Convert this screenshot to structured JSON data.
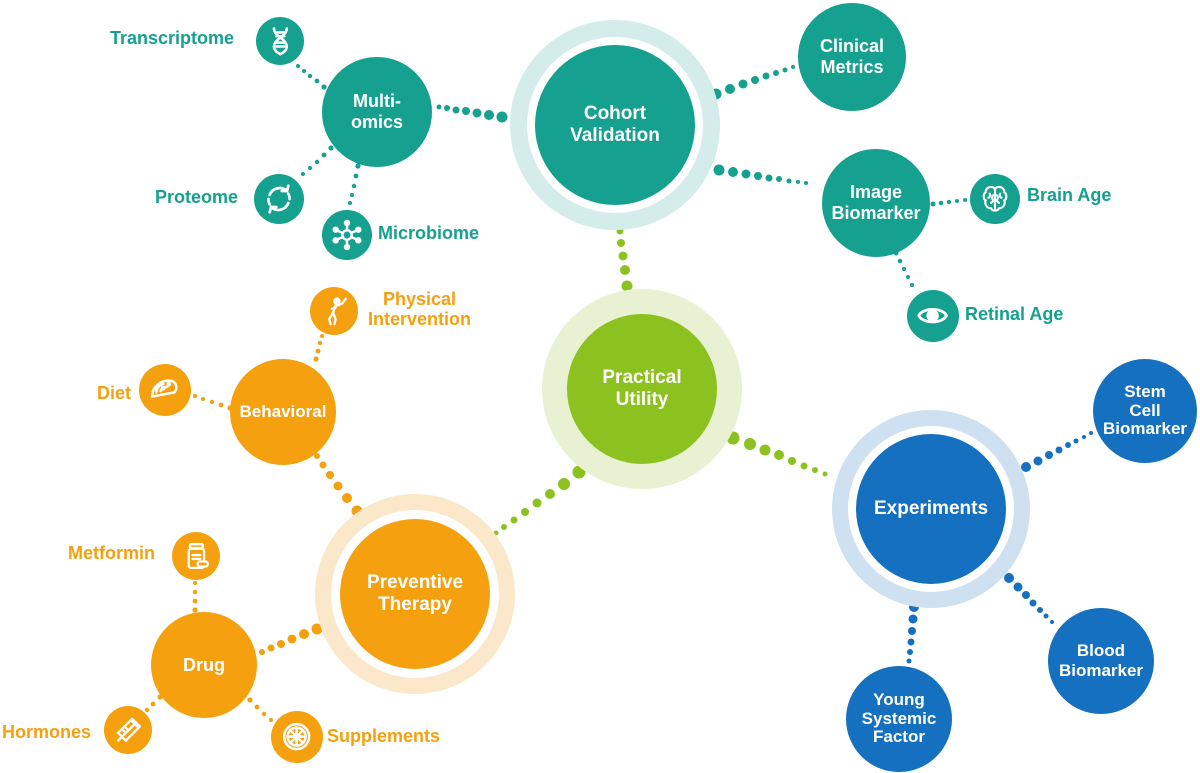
{
  "colors": {
    "teal": "#16A08F",
    "teal_halo": "#D4ECEA",
    "green": "#8CC21F",
    "green_halo": "#E8F2D3",
    "orange": "#F5A00F",
    "orange_halo": "#FBE8CB",
    "blue": "#1670C0",
    "blue_halo": "#CFE1F1",
    "white": "#FFFFFF"
  },
  "hubs": {
    "practical": "Practical\nUtility",
    "cohort": "Cohort\nValidation",
    "preventive": "Preventive\nTherapy",
    "experiments": "Experiments"
  },
  "teal_group": {
    "multiomics": "Multi-\nomics",
    "clinical_metrics": "Clinical\nMetrics",
    "image_biomarker": "Image\nBiomarker",
    "transcriptome": "Transcriptome",
    "proteome": "Proteome",
    "microbiome": "Microbiome",
    "brain_age": "Brain Age",
    "retinal_age": "Retinal Age"
  },
  "orange_group": {
    "behavioral": "Behavioral",
    "drug": "Drug",
    "physical_intervention": "Physical\nIntervention",
    "diet": "Diet",
    "metformin": "Metformin",
    "hormones": "Hormones",
    "supplements": "Supplements"
  },
  "blue_group": {
    "stem_cell": "Stem\nCell\nBiomarker",
    "blood": "Blood\nBiomarker",
    "young_systemic": "Young\nSystemic\nFactor"
  },
  "icons": {
    "transcriptome": "dna-icon",
    "proteome": "cycle-icon",
    "microbiome": "network-icon",
    "brain_age": "brain-icon",
    "retinal_age": "eye-icon",
    "physical": "golfer-icon",
    "diet": "taco-icon",
    "metformin": "pill-bottle-icon",
    "hormones": "syringe-icon",
    "supplements": "citrus-icon"
  }
}
